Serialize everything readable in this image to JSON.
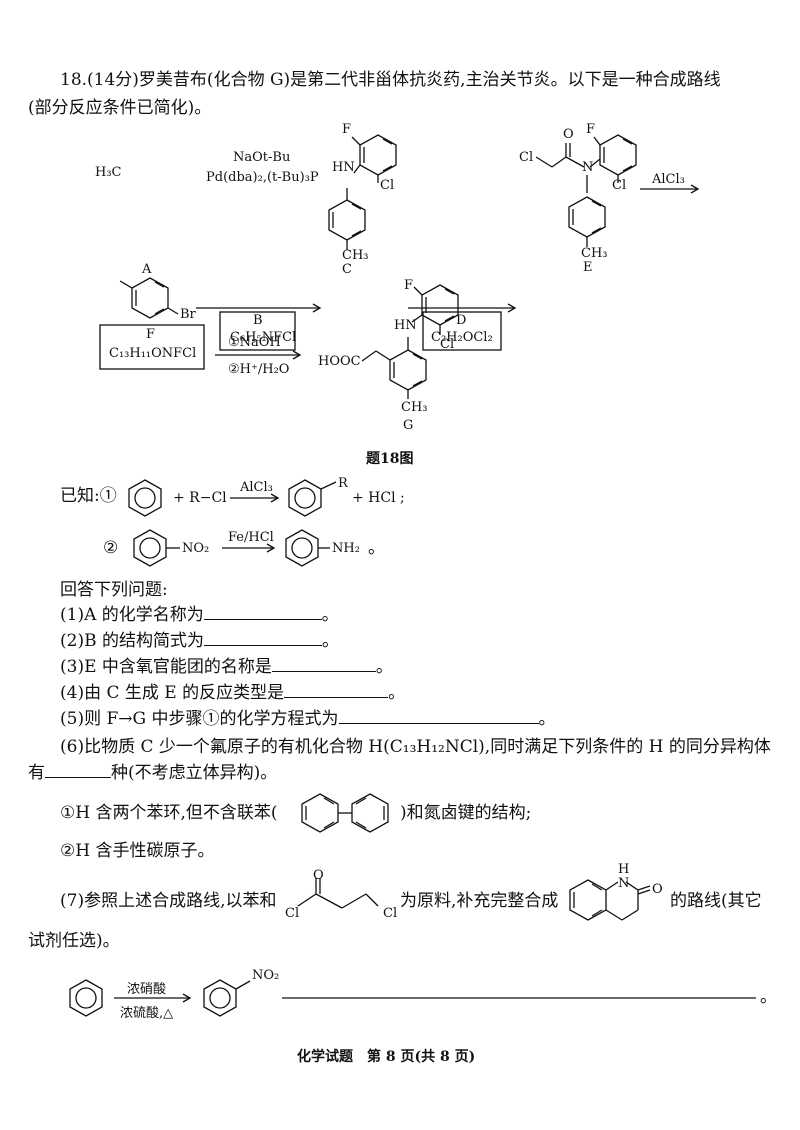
{
  "question": {
    "line1": "18.(14分)罗美昔布(化合物 G)是第二代非甾体抗炎药,主治关节炎。以下是一种合成路线",
    "line2": "(部分反应条件已简化)。"
  },
  "scheme": {
    "compA_sub1": "H₃C",
    "compA_sub2": "Br",
    "compA_label": "A",
    "step1_reagent1": "NaOt-Bu",
    "step1_reagent2": "Pd(dba)₂,(t-Bu)₃P",
    "box_B_name": "B",
    "box_B_formula": "C₆H₅NFCl",
    "compC_F": "F",
    "compC_NH": "HN",
    "compC_Cl": "Cl",
    "compC_CH3": "CH₃",
    "compC_label": "C",
    "box_D_name": "D",
    "box_D_formula": "C₂H₂OCl₂",
    "compE_Cl1": "Cl",
    "compE_O": "O",
    "compE_N": "N",
    "compE_F": "F",
    "compE_Cl2": "Cl",
    "compE_CH3": "CH₃",
    "compE_label": "E",
    "step3_reagent": "AlCl₃",
    "box_F_name": "F",
    "box_F_formula": "C₁₃H₁₁ONFCl",
    "step4_reagent1": "①NaOH",
    "step4_reagent2": "②H⁺/H₂O",
    "compG_HOOC": "HOOC",
    "compG_F": "F",
    "compG_NH": "HN",
    "compG_Cl": "Cl",
    "compG_CH3": "CH₃",
    "compG_label": "G",
    "caption": "题18图"
  },
  "known": {
    "prefix": "已知:①",
    "r1_plus": "+ R−Cl",
    "r1_reagent": "AlCl₃",
    "r1_R": "R",
    "r1_product_plus": "+ HCl ;",
    "r2_num": "②",
    "r2_NO2": "NO₂",
    "r2_reagent": "Fe/HCl",
    "r2_NH2": "NH₂",
    "r2_end": "。"
  },
  "questions": {
    "intro": "回答下列问题:",
    "q1": "(1)A 的化学名称为",
    "q2": "(2)B 的结构简式为",
    "q3": "(3)E 中含氧官能团的名称是",
    "q4": "(4)由 C 生成 E 的反应类型是",
    "q5": "(5)则 F→G 中步骤①的化学方程式为",
    "end_mark": "。",
    "q6_line1": "(6)比物质 C 少一个氟原子的有机化合物 H(C₁₃H₁₂NCl),同时满足下列条件的 H 的同分异构体",
    "q6_line2a": "有",
    "q6_line2b": "种(不考虑立体异构)。",
    "cond1a": "①H 含两个苯环,但不含联苯(",
    "cond1b": ")和氮卤键的结构;",
    "cond2": "②H 含手性碳原子。",
    "q7_a": "(7)参照上述合成路线,以苯和",
    "q7_b": "为原料,补充完整合成",
    "q7_c": "的路线(其它",
    "q7_line2": "试剂任选)。",
    "q7_acyl_O": "O",
    "q7_acyl_Cl1": "Cl",
    "q7_acyl_Cl2": "Cl",
    "q7_prod_H": "H",
    "q7_prod_N": "N",
    "q7_prod_O": "O",
    "route_reagent1": "浓硝酸",
    "route_reagent2": "浓硫酸,△",
    "route_NO2": "NO₂",
    "route_end": "。"
  },
  "footer": "化学试题　第 8 页(共 8 页)"
}
